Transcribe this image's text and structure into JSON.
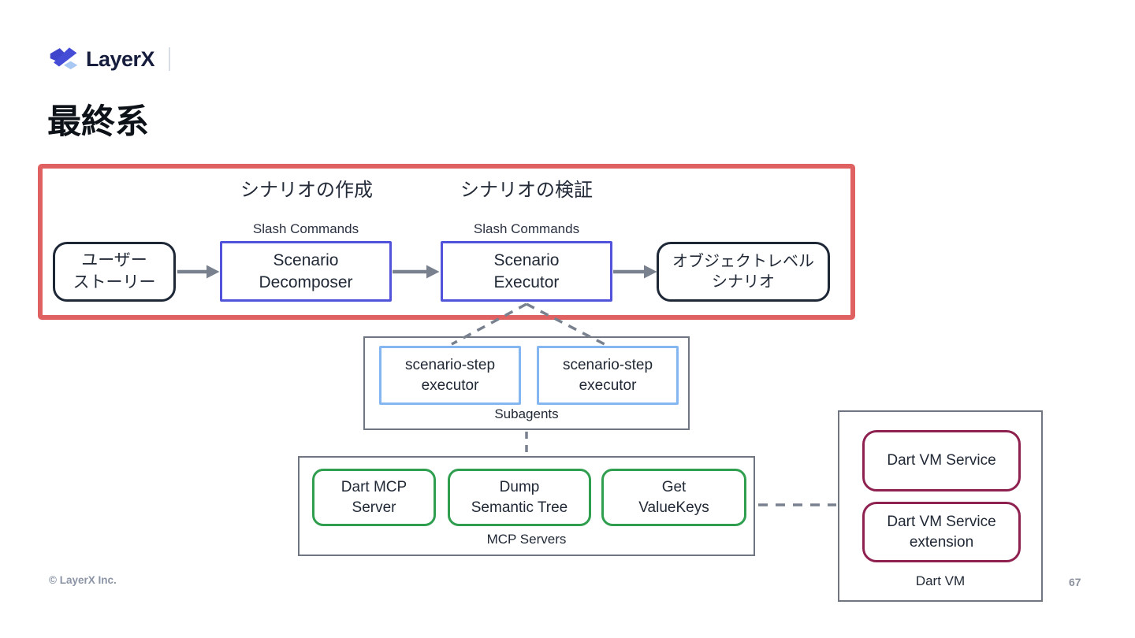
{
  "brand": {
    "name": "LayerX"
  },
  "slide": {
    "title": "最終系",
    "footer": "© LayerX Inc.",
    "page_number": "67"
  },
  "pipeline": {
    "creation_label": "シナリオの作成",
    "verification_label": "シナリオの検証",
    "stages": [
      {
        "id": "user-story",
        "text": "ユーザー\nストーリー"
      },
      {
        "id": "scenario-decomposer",
        "text": "Scenario\nDecomposer",
        "caption": "Slash Commands"
      },
      {
        "id": "scenario-executor",
        "text": "Scenario\nExecutor",
        "caption": "Slash Commands"
      },
      {
        "id": "object-level-scenario",
        "text": "オブジェクトレベル\nシナリオ"
      }
    ]
  },
  "subagents": {
    "label": "Subagents",
    "items": [
      {
        "text": "scenario-step\nexecutor"
      },
      {
        "text": "scenario-step\nexecutor"
      }
    ]
  },
  "mcp_servers": {
    "label": "MCP Servers",
    "items": [
      {
        "text": "Dart MCP\nServer"
      },
      {
        "text": "Dump\nSemantic Tree"
      },
      {
        "text": "Get\nValueKeys"
      }
    ]
  },
  "dart_vm": {
    "label": "Dart VM",
    "items": [
      {
        "text": "Dart VM Service"
      },
      {
        "text": "Dart VM Service\nextension"
      }
    ]
  },
  "colors": {
    "highlight_red": "#e06161",
    "command_blue": "#5153da",
    "terminal_dark": "#1d2736",
    "subagent_blue": "#84b7f2",
    "mcp_green": "#2f9e4e",
    "dartvm_maroon": "#8e2150",
    "connector_gray": "#79818f",
    "group_border_gray": "#6f7682",
    "brand_navy": "#161d3d"
  }
}
